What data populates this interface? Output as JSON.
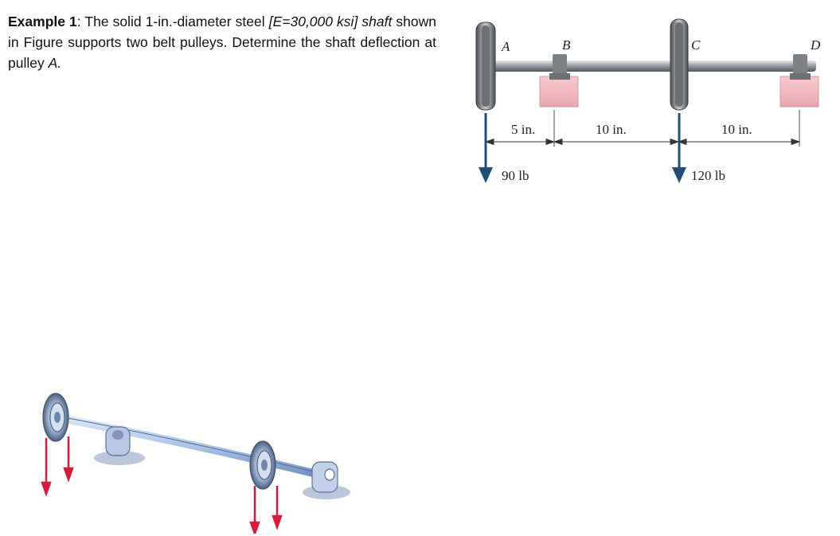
{
  "problem": {
    "lead": "Example 1",
    "sep": ": ",
    "part1": "The solid 1-in.-diameter steel ",
    "part2_italic": "[E=30,000 ksi] shaft",
    "part3": " shown in Figure supports two belt pulleys. Determine the shaft deflection at pulley ",
    "part4_italic": "A.",
    "part5": ""
  },
  "figure": {
    "point_labels": [
      "A",
      "B",
      "C",
      "D"
    ],
    "dimensions": [
      "5 in.",
      "10 in.",
      "10 in."
    ],
    "loads": [
      "90 lb",
      "120 lb"
    ],
    "colors": {
      "shaft": "#9aa0a6",
      "support_block": "#f2b8bf",
      "load_arrow": "#1f4e79",
      "belt_arrow": "#d81b3c",
      "iso_shaft": "#a9c4e8"
    }
  }
}
